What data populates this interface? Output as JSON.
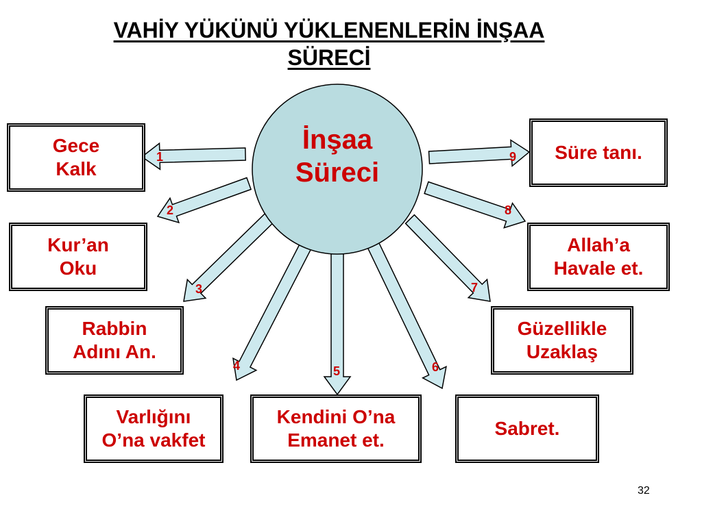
{
  "title": {
    "line1": "VAHİY YÜKÜNÜ YÜKLENENLERİN İNŞAA",
    "line2": "SÜRECİ"
  },
  "hub": {
    "label": "İnşaa\nSüreci",
    "fill": "#b9dce0"
  },
  "arrow_fill": "#cde9ee",
  "text_color": "#cc0000",
  "steps": [
    {
      "number": "1",
      "label": "Gece\nKalk"
    },
    {
      "number": "2",
      "label": "Kur’an\nOku"
    },
    {
      "number": "3",
      "label": "Rabbin\nAdını An."
    },
    {
      "number": "4",
      "label": "Varlığını\nO’na vakfet"
    },
    {
      "number": "5",
      "label": "Kendini O’na\nEmanet et."
    },
    {
      "number": "6",
      "label": "Sabret."
    },
    {
      "number": "7",
      "label": "Güzellikle\nUzaklaş"
    },
    {
      "number": "8",
      "label": "Allah’a\nHavale et."
    },
    {
      "number": "9",
      "label": "Süre tanı."
    }
  ],
  "page_number": "32"
}
